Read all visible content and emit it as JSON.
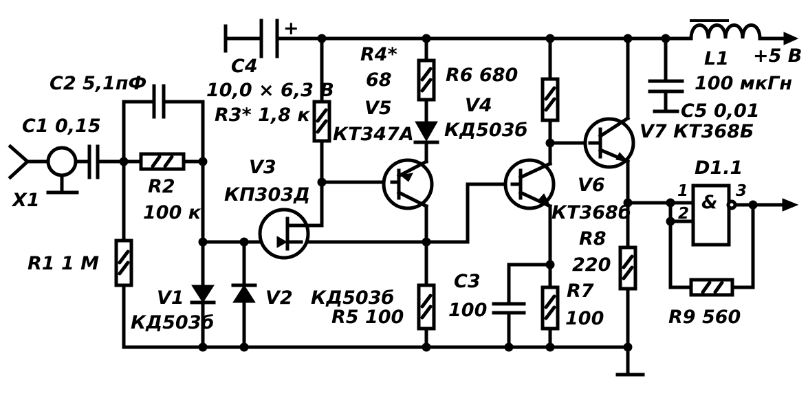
{
  "labels": {
    "c1": "C1 0,15",
    "x1": "X1",
    "c2": "C2  5,1пФ",
    "r2_name": "R2",
    "r2_value": "100 к",
    "r1": "R1  1 М",
    "v1_name": "V1",
    "v1_type": "КД503б",
    "v2_name": "V2",
    "v2_type": "КД503б",
    "c4_name": "C4",
    "c4_value": "10,0 × 6,3 В",
    "c4_plus": "+",
    "r3": "R3* 1,8 к",
    "v3_name": "V3",
    "v3_type": "КП303Д",
    "r4_name": "R4*",
    "r4_value": "68",
    "r6": "R6  680",
    "v5_name": "V5",
    "v5_type": "КТ347А",
    "v4_name": "V4",
    "v4_type": "КД503б",
    "r5": "R5  100",
    "c3_name": "C3",
    "c3_value": "100",
    "r7_name": "R7",
    "r7_value": "100",
    "v6_name": "V6",
    "v6_type": "КТ368б",
    "r8_name": "R8",
    "r8_value": "220",
    "v7": "V7  КТ368Б",
    "l1_name": "L1",
    "l1_value": "100 мкГн",
    "supply": "+5 В",
    "c5": "C5  0,01",
    "d1_name": "D1.1",
    "d1_symbol": "&",
    "pin1": "1",
    "pin2": "2",
    "pin3": "3",
    "r9": "R9  560"
  }
}
